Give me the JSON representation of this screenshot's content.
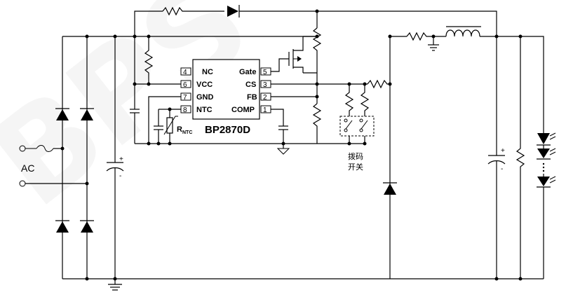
{
  "watermark": "BPS",
  "ic": {
    "part_number": "BP2870D",
    "pins_left": [
      {
        "num": "4",
        "name": "NC"
      },
      {
        "num": "6",
        "name": "VCC"
      },
      {
        "num": "7",
        "name": "GND"
      },
      {
        "num": "8",
        "name": "NTC"
      }
    ],
    "pins_right": [
      {
        "num": "5",
        "name": "Gate"
      },
      {
        "num": "3",
        "name": "CS"
      },
      {
        "num": "2",
        "name": "FB"
      },
      {
        "num": "1",
        "name": "COMP"
      }
    ]
  },
  "labels": {
    "ac_input": "AC",
    "rntc_main": "R",
    "rntc_sub": "NTC",
    "dip_switch_line1": "拨码",
    "dip_switch_line2": "开关",
    "cap_plus": "+",
    "cap_minus": "-"
  }
}
